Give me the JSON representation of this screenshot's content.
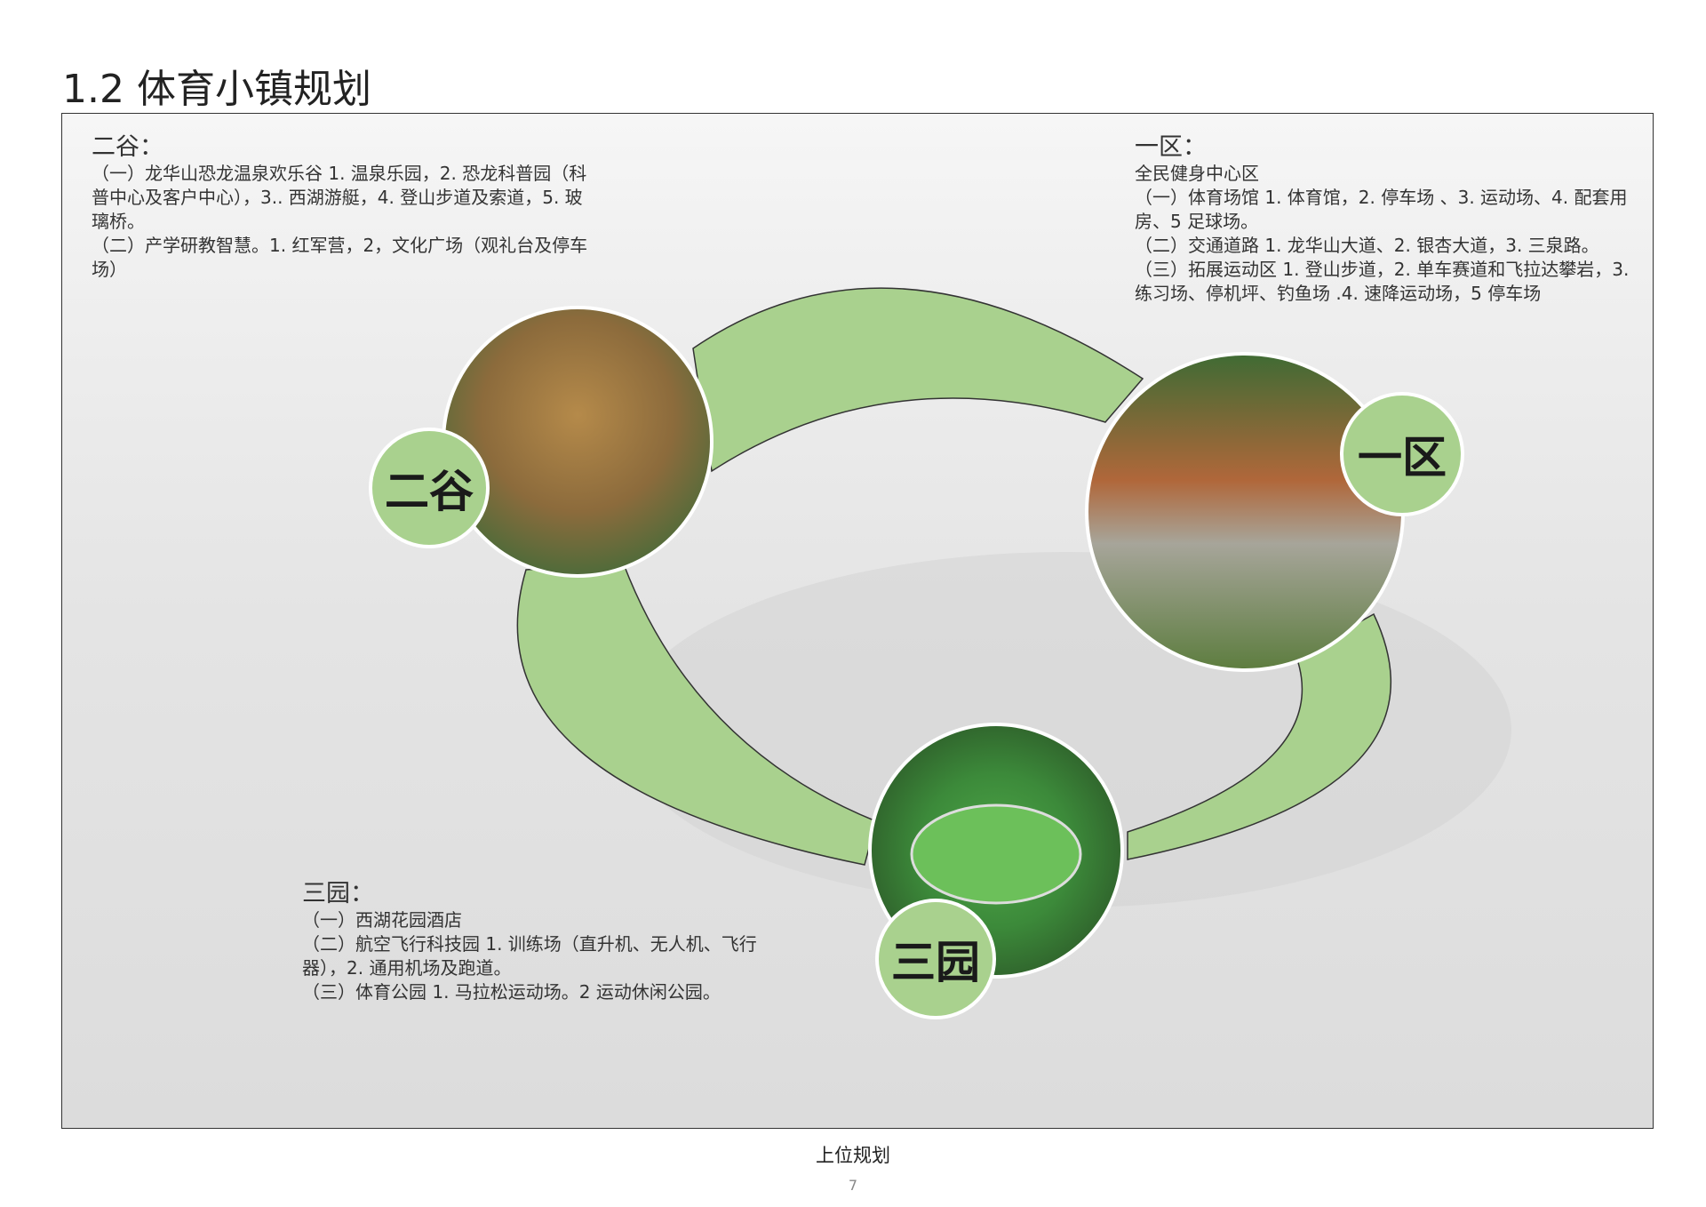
{
  "title": "1.2 体育小镇规划",
  "colors": {
    "band": "#a9d18e",
    "label": "#a9d18e"
  },
  "erguo": {
    "heading": "二谷：",
    "lines": [
      "（一）龙华山恐龙温泉欢乐谷 1. 温泉乐园，2. 恐龙科普园（科普中心及客户中心），3.. 西湖游艇，4. 登山步道及索道，5. 玻璃桥。",
      "（二）产学研教智慧。1. 红军营，2，文化广场（观礼台及停车场）"
    ],
    "label": "二谷"
  },
  "yiqu": {
    "heading": "一区：",
    "lines": [
      "全民健身中心区",
      "（一）体育场馆 1. 体育馆，2. 停车场 、3. 运动场、4. 配套用房、5 足球场。",
      "（二）交通道路  1. 龙华山大道、2. 银杏大道，3. 三泉路。",
      "（三）拓展运动区 1. 登山步道，2. 单车赛道和飞拉达攀岩，3. 练习场、停机坪、钓鱼场 .4. 速降运动场，5 停车场"
    ],
    "label": "一区"
  },
  "sanyuan": {
    "heading": "三园：",
    "lines": [
      "（一）西湖花园酒店",
      "（二）航空飞行科技园 1. 训练场（直升机、无人机、飞行器），2. 通用机场及跑道。",
      "（三）体育公园 1. 马拉松运动场。2 运动休闲公园。"
    ],
    "label": "三园"
  },
  "footer": {
    "caption": "上位规划",
    "page": "7"
  }
}
